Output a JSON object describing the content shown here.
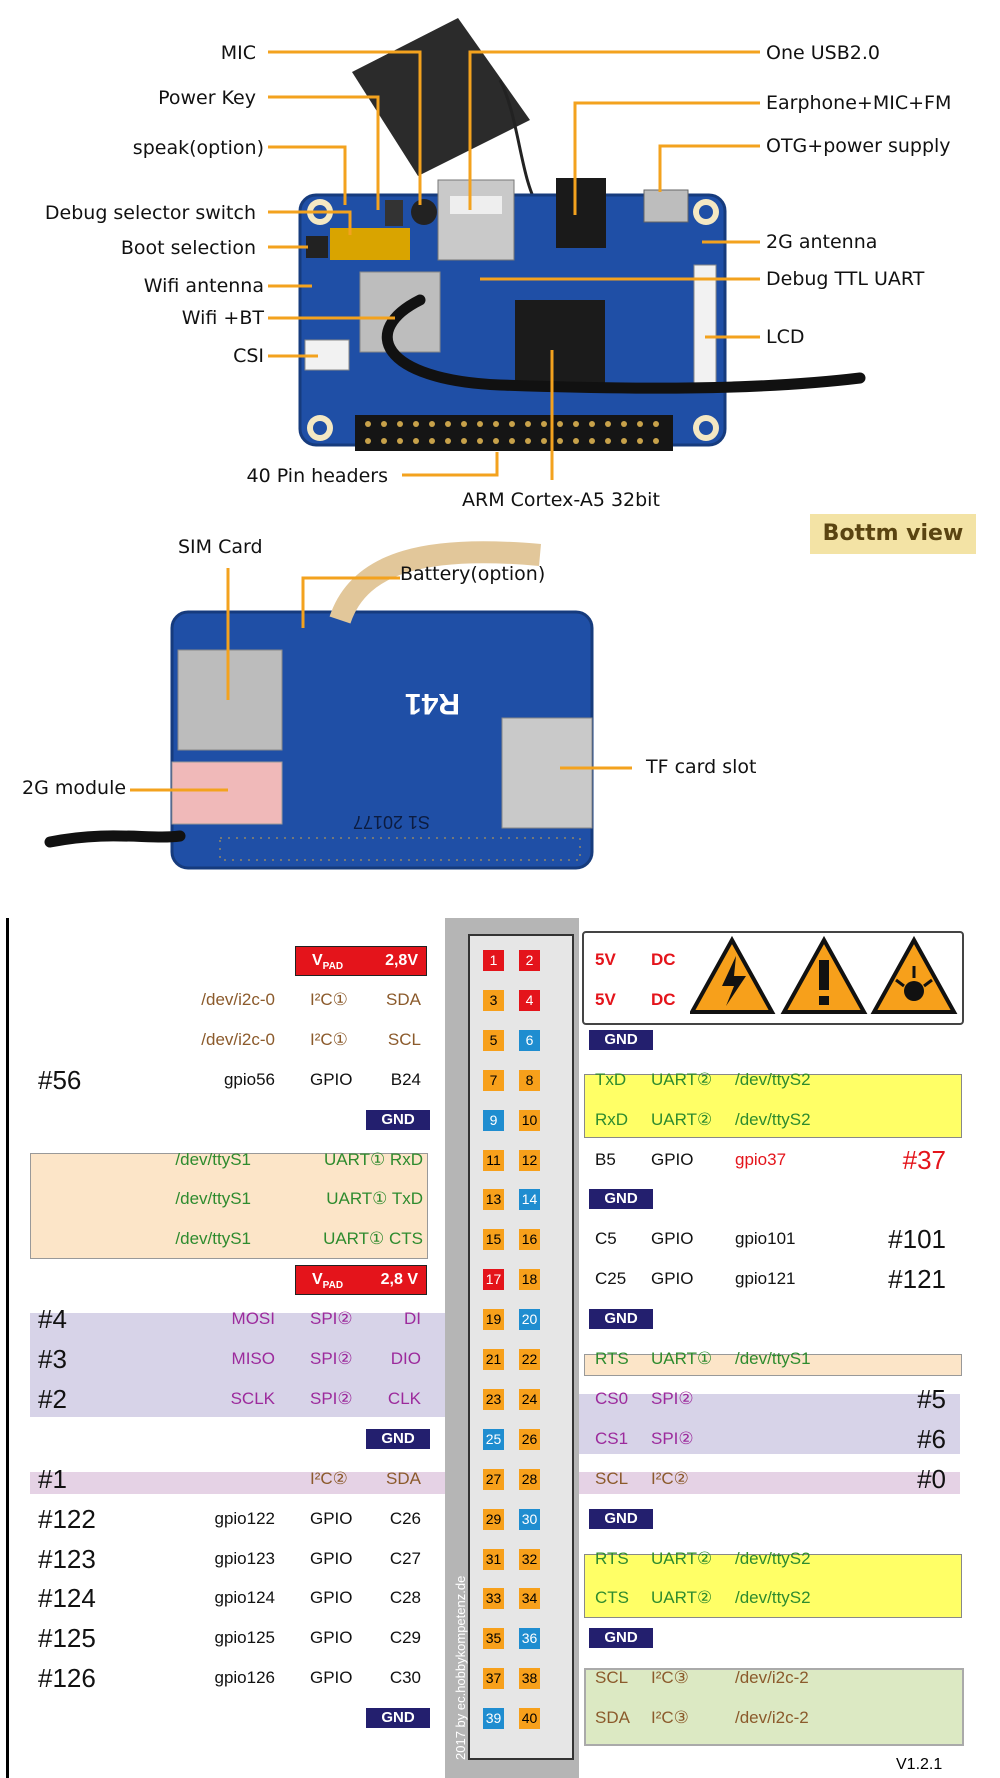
{
  "top_labels_left": [
    "MIC",
    "Power Key",
    "speak(option)",
    "Debug selector switch",
    "Boot selection",
    "Wifi antenna",
    "Wifi +BT",
    "CSI"
  ],
  "top_labels_right": [
    "One USB2.0",
    "Earphone+MIC+FM",
    "OTG+power supply",
    "2G antenna",
    "Debug TTL UART",
    "LCD"
  ],
  "label_40pin": "40 Pin headers",
  "label_arm": "ARM Cortex-A5 32bit",
  "bottom_view": "Bottm view",
  "label_sim": "SIM Card",
  "label_battery": "Battery(option)",
  "label_2g": "2G module",
  "label_tf": "TF card slot",
  "board_marks": [
    "R41",
    "S1 20177"
  ],
  "watermark": "2017 by ec.hobbykompetenz.de",
  "version": "V1.2.1",
  "colors": {
    "board": "#1f4fa6",
    "header_orange": "#f7a01b",
    "red": "#e4141b",
    "blue": "#1f8dd0",
    "gnd": "#231f6e",
    "yellow": "#ffff66",
    "tan": "#fce5c8",
    "lavender": "#d7d3e8",
    "pink": "#e5d2e5",
    "green": "#dce9c3"
  },
  "left_rows": [
    {
      "num": "",
      "gpio": "",
      "func": "",
      "pin": "",
      "vpad": "V",
      "vsub": "PAD",
      "vval": "2,8V"
    },
    {
      "num": "",
      "gpio": "/dev/i2c-0",
      "func": "I²C①",
      "pin": "SDA"
    },
    {
      "num": "",
      "gpio": "/dev/i2c-0",
      "func": "I²C①",
      "pin": "SCL"
    },
    {
      "num": "#56",
      "gpio": "gpio56",
      "func": "GPIO",
      "pin": "B24"
    },
    {
      "gnd": "GND"
    },
    {
      "num": "",
      "gpio": "/dev/ttyS1",
      "func": "UART① RxD",
      "pin": ""
    },
    {
      "num": "",
      "gpio": "/dev/ttyS1",
      "func": "UART① TxD",
      "pin": ""
    },
    {
      "num": "",
      "gpio": "/dev/ttyS1",
      "func": "UART① CTS",
      "pin": ""
    },
    {
      "num": "",
      "gpio": "",
      "func": "",
      "pin": "",
      "vpad": "V",
      "vsub": "PAD",
      "vval": "2,8 V"
    },
    {
      "num": "#4",
      "gpio": "MOSI",
      "func": "SPI②",
      "pin": "DI"
    },
    {
      "num": "#3",
      "gpio": "MISO",
      "func": "SPI②",
      "pin": "DIO"
    },
    {
      "num": "#2",
      "gpio": "SCLK",
      "func": "SPI②",
      "pin": "CLK"
    },
    {
      "gnd": "GND"
    },
    {
      "num": "#1",
      "gpio": "",
      "func": "I²C②",
      "pin": "SDA"
    },
    {
      "num": "#122",
      "gpio": "gpio122",
      "func": "GPIO",
      "pin": "C26"
    },
    {
      "num": "#123",
      "gpio": "gpio123",
      "func": "GPIO",
      "pin": "C27"
    },
    {
      "num": "#124",
      "gpio": "gpio124",
      "func": "GPIO",
      "pin": "C28"
    },
    {
      "num": "#125",
      "gpio": "gpio125",
      "func": "GPIO",
      "pin": "C29"
    },
    {
      "num": "#126",
      "gpio": "gpio126",
      "func": "GPIO",
      "pin": "C30"
    },
    {
      "gnd": "GND"
    }
  ],
  "right_rows": [
    {
      "a": "5V",
      "b": "DC",
      "c": "",
      "d": ""
    },
    {
      "a": "5V",
      "b": "DC",
      "c": "",
      "d": ""
    },
    {
      "gnd": "GND"
    },
    {
      "a": "TxD",
      "b": "UART②",
      "c": "/dev/ttyS2",
      "d": ""
    },
    {
      "a": "RxD",
      "b": "UART②",
      "c": "/dev/ttyS2",
      "d": ""
    },
    {
      "a": "B5",
      "b": "GPIO",
      "c": "gpio37",
      "d": "#37"
    },
    {
      "gnd": "GND"
    },
    {
      "a": "C5",
      "b": "GPIO",
      "c": "gpio101",
      "d": "#101"
    },
    {
      "a": "C25",
      "b": "GPIO",
      "c": "gpio121",
      "d": "#121"
    },
    {
      "gnd": "GND"
    },
    {
      "a": "RTS",
      "b": "UART①",
      "c": "/dev/ttyS1",
      "d": ""
    },
    {
      "a": "CS0",
      "b": "SPI②",
      "c": "",
      "d": "#5"
    },
    {
      "a": "CS1",
      "b": "SPI②",
      "c": "",
      "d": "#6"
    },
    {
      "a": "SCL",
      "b": "I²C②",
      "c": "",
      "d": "#0"
    },
    {
      "gnd": "GND"
    },
    {
      "a": "RTS",
      "b": "UART②",
      "c": "/dev/ttyS2",
      "d": ""
    },
    {
      "a": "CTS",
      "b": "UART②",
      "c": "/dev/ttyS2",
      "d": ""
    },
    {
      "gnd": "GND"
    },
    {
      "a": "SCL",
      "b": "I²C③",
      "c": "/dev/i2c-2",
      "d": ""
    },
    {
      "a": "SDA",
      "b": "I²C③",
      "c": "/dev/i2c-2",
      "d": ""
    }
  ],
  "pins_odd": [
    "1",
    "3",
    "5",
    "7",
    "9",
    "11",
    "13",
    "15",
    "17",
    "19",
    "21",
    "23",
    "25",
    "27",
    "29",
    "31",
    "33",
    "35",
    "37",
    "39"
  ],
  "pins_even": [
    "2",
    "4",
    "6",
    "8",
    "10",
    "12",
    "14",
    "16",
    "18",
    "20",
    "22",
    "24",
    "26",
    "28",
    "30",
    "32",
    "34",
    "36",
    "38",
    "40"
  ]
}
